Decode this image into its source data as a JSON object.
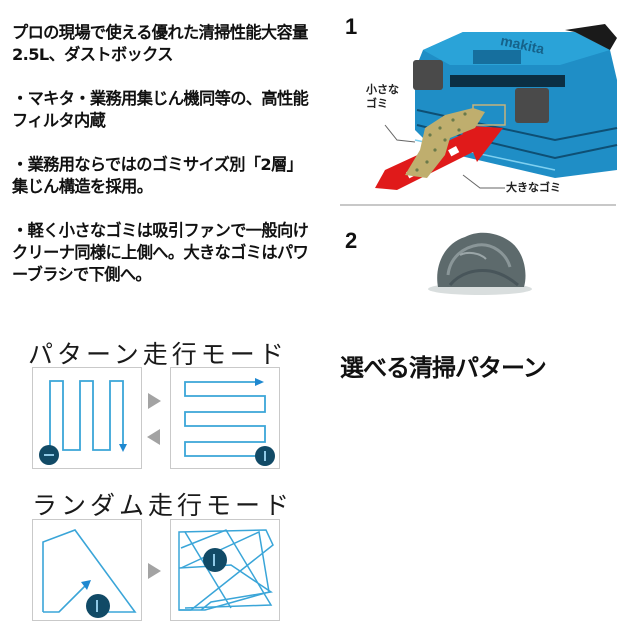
{
  "features": {
    "paragraphs": [
      "プロの現場で使える優れた清掃性能大容量2.5L、ダストボックス",
      "・マキタ・業務用集じん機同等の、高性能フィルタ内蔵",
      "・業務用ならではのゴミサイズ別「2層」集じん構造を採用。",
      "・軽く小さなゴミは吸引ファンで一般向けクリーナ同様に上側へ。大きなゴミはパワーブラシで下側へ。"
    ]
  },
  "figures": {
    "fig1": {
      "number": "1",
      "label_small_line1": "小さな",
      "label_small_line2": "ゴミ",
      "label_large": "大きなゴミ",
      "box_color": "#1e8fc8",
      "arrow_color": "#e01a1a",
      "small_dust_color": "#b8a86a"
    },
    "fig2": {
      "number": "2"
    }
  },
  "modes": {
    "pattern": {
      "title": "パターン走行モード",
      "path_color": "#3aa5d8"
    },
    "random": {
      "title": "ランダム走行モード",
      "path_color": "#3aa5d8"
    }
  },
  "headline": "選べる清掃パターン",
  "icons": [
    "robot-cleaner-icon",
    "play-right-icon",
    "play-left-icon"
  ]
}
